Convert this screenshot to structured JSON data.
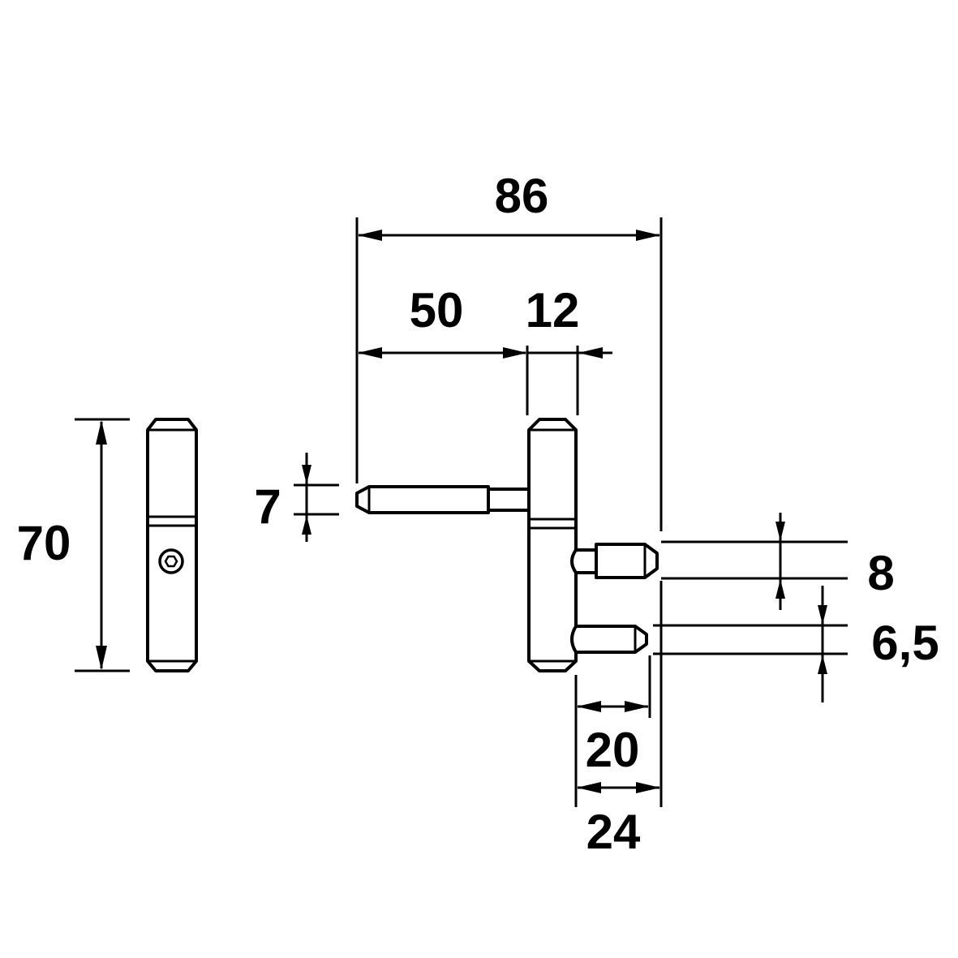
{
  "diagram": {
    "dimensions": {
      "overall_width": "86",
      "pin_length": "50",
      "knuckle_width": "12",
      "pin_diameter": "7",
      "height": "70",
      "upper_pin_diameter": "8",
      "lower_pin_diameter": "6,5",
      "lower_pin_length": "20",
      "upper_pin_length": "24"
    },
    "colors": {
      "line": "#000000",
      "background": "#ffffff"
    }
  }
}
